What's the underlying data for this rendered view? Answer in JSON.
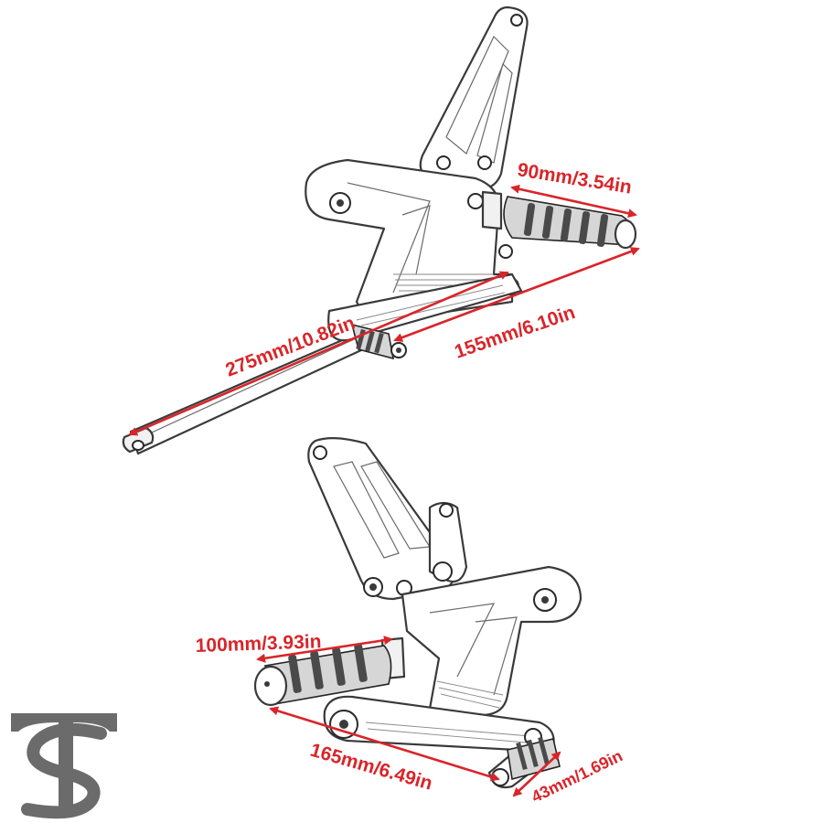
{
  "dimensions": {
    "top_footpeg_length": "90mm/3.54in",
    "top_footpeg_to_shifter": "155mm/6.10in",
    "top_overall_length": "275mm/10.82in",
    "bottom_footpeg_length": "100mm/3.93in",
    "bottom_footpeg_to_pedal": "165mm/6.49in",
    "bottom_pedal_tip_length": "43mm/1.69in"
  },
  "colors": {
    "dimension": "#d9252a",
    "outline": "#3a3a3a",
    "logo": "#6b6b6b"
  },
  "logo": {
    "letter_top": "T",
    "letter_bottom": "S"
  },
  "icons": [
    "top-rearset-assembly",
    "bottom-rearset-assembly",
    "double-arrow-dimension"
  ]
}
